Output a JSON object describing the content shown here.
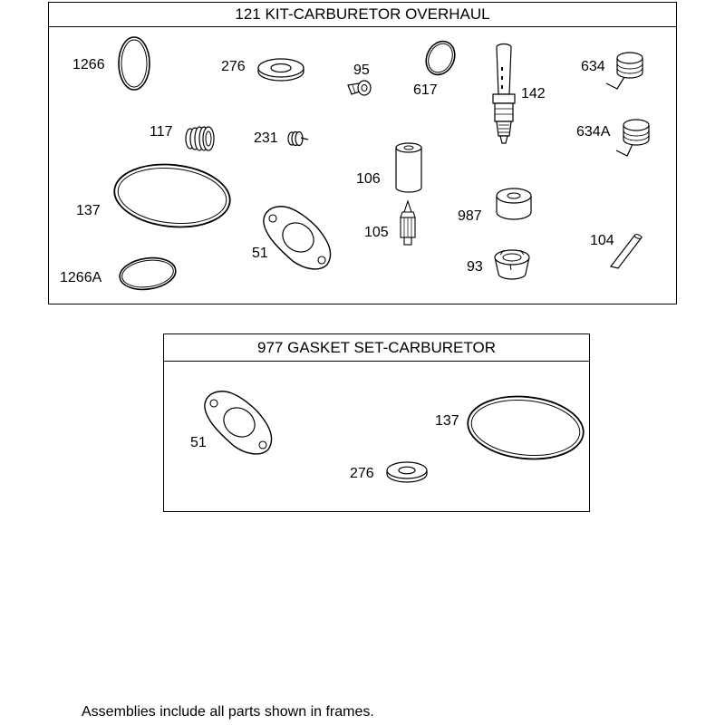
{
  "kit_frame": {
    "title": "121 KIT-CARBURETOR OVERHAUL",
    "labels": {
      "p1266": "1266",
      "p276": "276",
      "p95": "95",
      "p617": "617",
      "p142": "142",
      "p634": "634",
      "p117": "117",
      "p231": "231",
      "p634a": "634A",
      "p106": "106",
      "p137": "137",
      "p987": "987",
      "p51": "51",
      "p105": "105",
      "p104": "104",
      "p93": "93",
      "p1266a": "1266A"
    }
  },
  "gasket_frame": {
    "title": "977 GASKET SET-CARBURETOR",
    "labels": {
      "p51": "51",
      "p137": "137",
      "p276": "276"
    }
  },
  "footer_note": "Assemblies include all parts shown in frames."
}
